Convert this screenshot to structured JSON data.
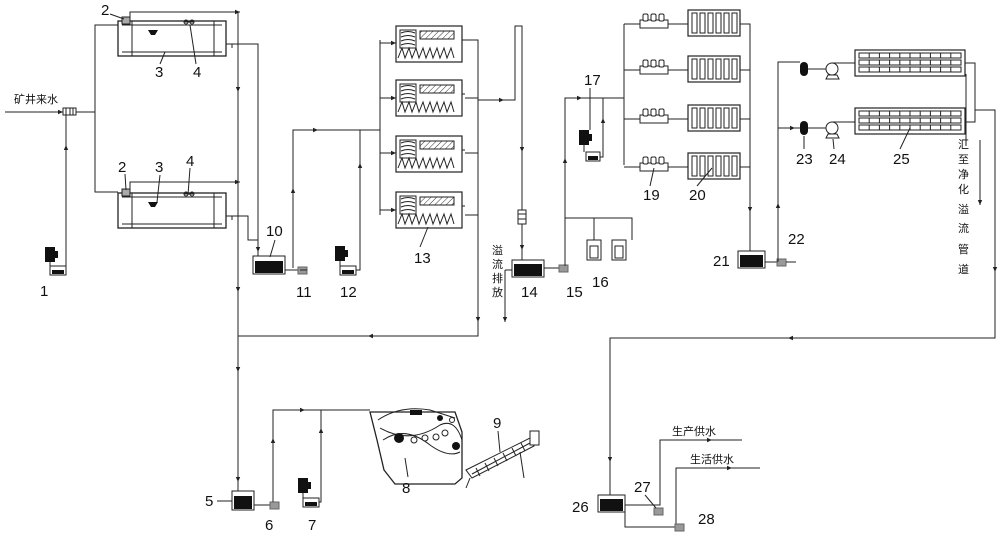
{
  "labels": {
    "mine_water_in": "矿井来水",
    "overflow_discharge": [
      "溢",
      "流",
      "排",
      "放"
    ],
    "to_purification": [
      "汇",
      "至",
      "净",
      "化",
      "溢",
      "流",
      "管",
      "道"
    ],
    "production_supply": "生产供水",
    "domestic_supply": "生活供水"
  },
  "numbers": {
    "n1": "1",
    "n2a": "2",
    "n2b": "2",
    "n3a": "3",
    "n3b": "3",
    "n4a": "4",
    "n4b": "4",
    "n5": "5",
    "n6": "6",
    "n7": "7",
    "n8": "8",
    "n9": "9",
    "n10": "10",
    "n11": "11",
    "n12": "12",
    "n13": "13",
    "n14": "14",
    "n15": "15",
    "n16": "16",
    "n17": "17",
    "n19": "19",
    "n20": "20",
    "n21": "21",
    "n22": "22",
    "n23": "23",
    "n24": "24",
    "n25": "25",
    "n26": "26",
    "n27": "27",
    "n28": "28"
  }
}
